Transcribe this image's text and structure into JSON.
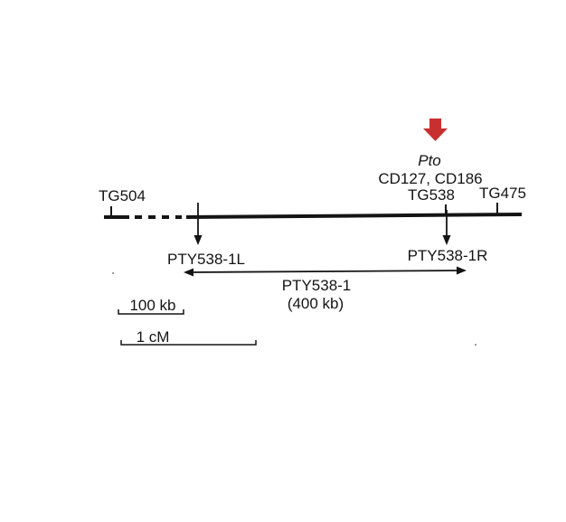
{
  "markers": {
    "left": "TG504",
    "pto_gene": "Pto",
    "cd_markers": "CD127, CD186",
    "center": "TG538",
    "right": "TG475"
  },
  "clone_ends": {
    "left_end": "PTY538-1L",
    "right_end": "PTY538-1R"
  },
  "clone": {
    "name": "PTY538-1",
    "size": "(400 kb)"
  },
  "scale_bars": {
    "physical": "100 kb",
    "genetic": "1 cM"
  },
  "colors": {
    "highlight_arrow": "#c8302f",
    "ink": "#141414"
  }
}
